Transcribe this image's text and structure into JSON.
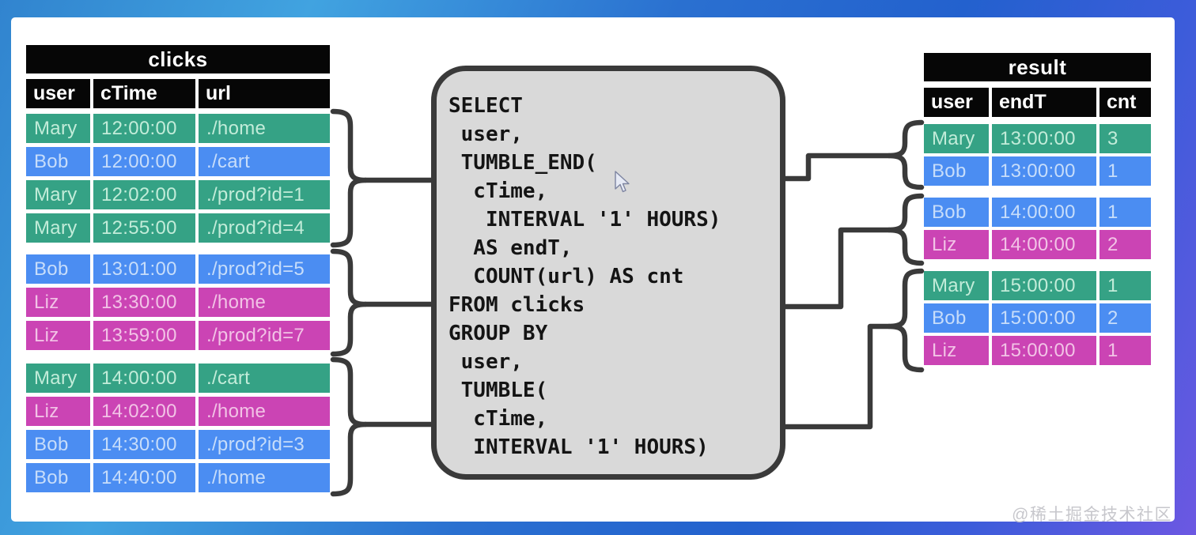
{
  "frame": {
    "watermark": "@稀土掘金技术社区"
  },
  "colors": {
    "teal_row": "#35a285",
    "blue_row": "#4b8df2",
    "magenta_row": "#cb44b4",
    "table_header_bg": "#060606",
    "table_header_text": "#ffffff",
    "sql_box_bg": "#d9d9d9",
    "sql_box_border": "#3a3a3a",
    "connector": "#3a3a3a",
    "card_bg": "#ffffff",
    "frame_gradient_start": "#3184cf",
    "frame_gradient_mid": "#41a3e0",
    "frame_gradient_end": "#6c58e2"
  },
  "clicks": {
    "title": "clicks",
    "columns": [
      "user",
      "cTime",
      "url"
    ],
    "rows": [
      {
        "user": "Mary",
        "cTime": "12:00:00",
        "url": "./home",
        "color": "teal"
      },
      {
        "user": "Bob",
        "cTime": "12:00:00",
        "url": "./cart",
        "color": "blue"
      },
      {
        "user": "Mary",
        "cTime": "12:02:00",
        "url": "./prod?id=1",
        "color": "teal"
      },
      {
        "user": "Mary",
        "cTime": "12:55:00",
        "url": "./prod?id=4",
        "color": "teal"
      },
      {
        "user": "Bob",
        "cTime": "13:01:00",
        "url": "./prod?id=5",
        "color": "blue"
      },
      {
        "user": "Liz",
        "cTime": "13:30:00",
        "url": "./home",
        "color": "magenta"
      },
      {
        "user": "Liz",
        "cTime": "13:59:00",
        "url": "./prod?id=7",
        "color": "magenta"
      },
      {
        "user": "Mary",
        "cTime": "14:00:00",
        "url": "./cart",
        "color": "teal"
      },
      {
        "user": "Liz",
        "cTime": "14:02:00",
        "url": "./home",
        "color": "magenta"
      },
      {
        "user": "Bob",
        "cTime": "14:30:00",
        "url": "./prod?id=3",
        "color": "blue"
      },
      {
        "user": "Bob",
        "cTime": "14:40:00",
        "url": "./home",
        "color": "blue"
      }
    ]
  },
  "sql": {
    "code": "SELECT\n user,\n TUMBLE_END(\n  cTime,\n   INTERVAL '1' HOURS)\n  AS endT,\n  COUNT(url) AS cnt\nFROM clicks\nGROUP BY\n user,\n TUMBLE(\n  cTime,\n  INTERVAL '1' HOURS)"
  },
  "result": {
    "title": "result",
    "columns": [
      "user",
      "endT",
      "cnt"
    ],
    "rows": [
      {
        "user": "Mary",
        "endT": "13:00:00",
        "cnt": "3",
        "color": "teal"
      },
      {
        "user": "Bob",
        "endT": "13:00:00",
        "cnt": "1",
        "color": "blue"
      },
      {
        "user": "Bob",
        "endT": "14:00:00",
        "cnt": "1",
        "color": "blue"
      },
      {
        "user": "Liz",
        "endT": "14:00:00",
        "cnt": "2",
        "color": "magenta"
      },
      {
        "user": "Mary",
        "endT": "15:00:00",
        "cnt": "1",
        "color": "teal"
      },
      {
        "user": "Bob",
        "endT": "15:00:00",
        "cnt": "2",
        "color": "blue"
      },
      {
        "user": "Liz",
        "endT": "15:00:00",
        "cnt": "1",
        "color": "magenta"
      }
    ]
  }
}
